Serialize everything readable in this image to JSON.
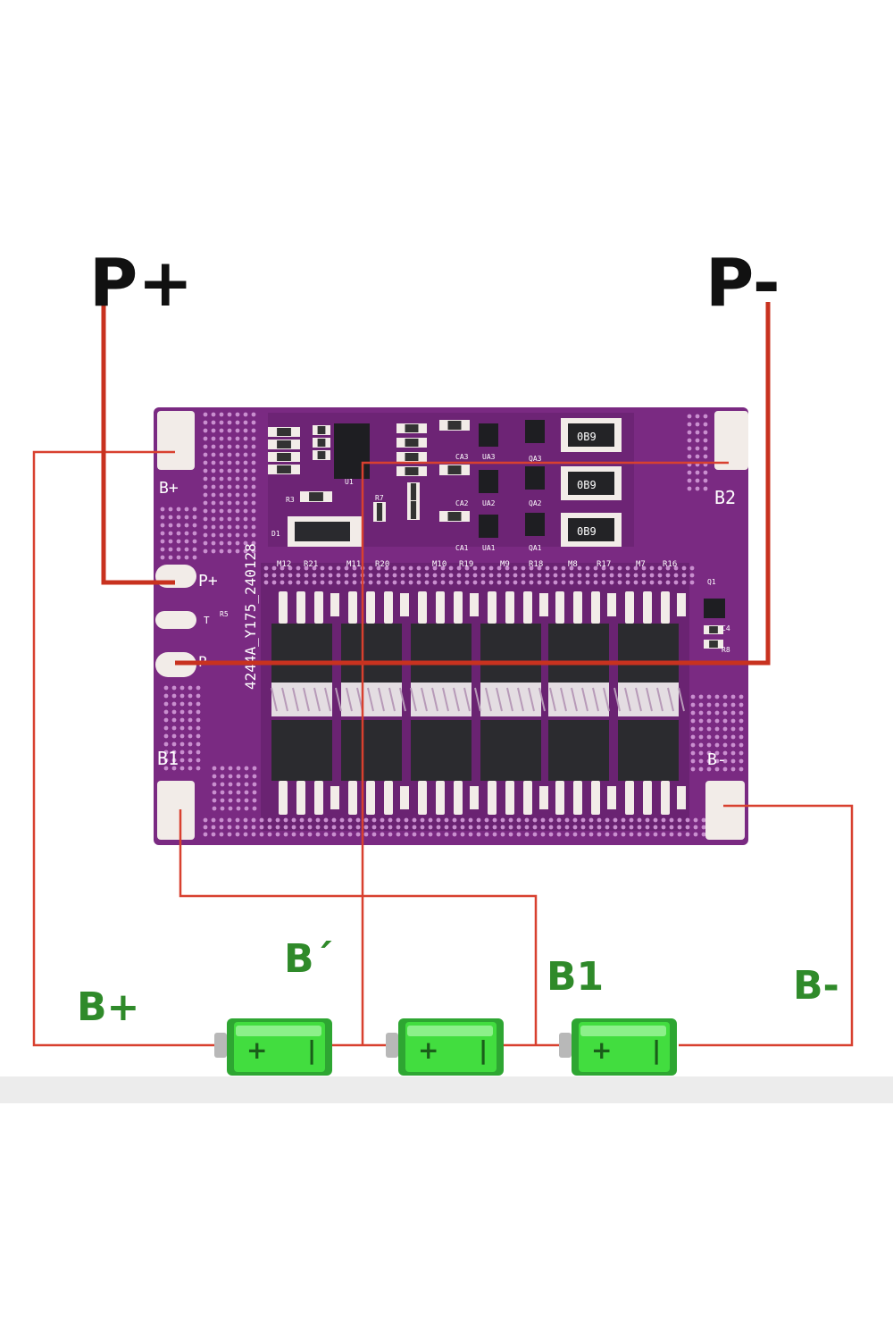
{
  "labels": {
    "p_plus": "P+",
    "p_minus": "P-",
    "b_plus": "B+",
    "b_minus": "B-",
    "b_mid": "B´",
    "b1": "B1"
  },
  "board": {
    "pad_p_plus": "P+",
    "pad_b2": "B2",
    "pad_b1": "B1",
    "pad_b_minus": "B-",
    "pad_b_plus": "B+",
    "pad_t": "T",
    "pad_p": "P-",
    "code_marking": "4244A_Y175_240128",
    "shunt_marking": "0B9",
    "component_refs": [
      "M12",
      "R21",
      "M11",
      "R20",
      "M10",
      "R19",
      "M9",
      "R18",
      "M8",
      "R17",
      "M7",
      "R16"
    ],
    "ic_refs": [
      "CA3",
      "UA3",
      "QA3",
      "CA2",
      "UA2",
      "QA2",
      "CA1",
      "UA1",
      "QA1",
      "U1",
      "D1",
      "R3",
      "R7",
      "Q1",
      "C4",
      "R8",
      "R5"
    ]
  },
  "batteries": [
    {
      "plus": "+",
      "minus": "|"
    },
    {
      "plus": "+",
      "minus": "|"
    },
    {
      "plus": "+",
      "minus": "|"
    }
  ],
  "colors": {
    "board": "#7a2a82",
    "board_dark": "#5d1d66",
    "wire": "#d8402f",
    "thick_wire": "#c8321f",
    "battery": "#39d13a",
    "label_green": "#2f8a2a",
    "pad": "#f2ece8"
  }
}
